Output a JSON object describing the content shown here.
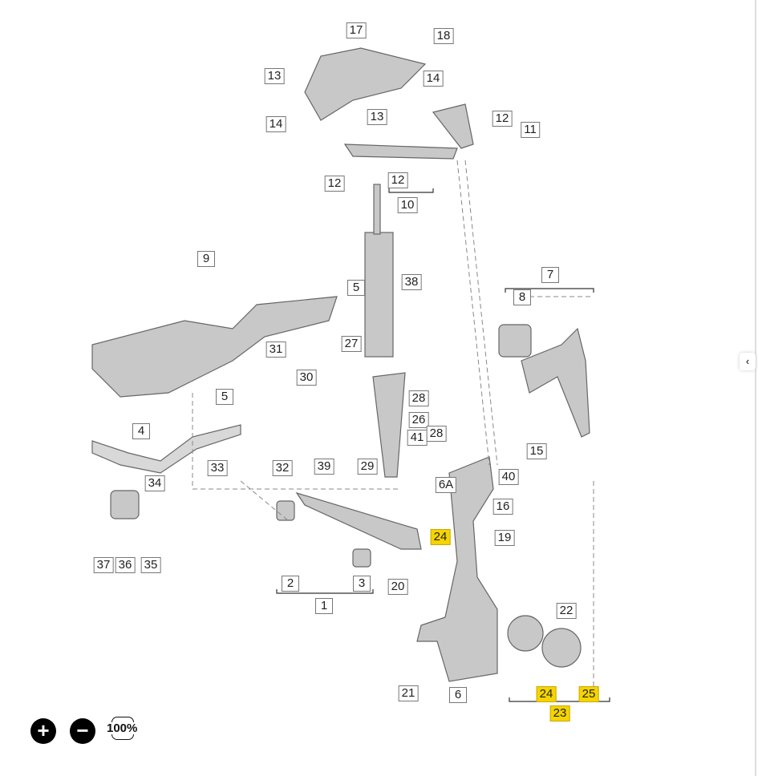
{
  "labels": [
    "17",
    "18",
    "13",
    "14",
    "13",
    "12",
    "14",
    "11",
    "12",
    "12",
    "10",
    "9",
    "7",
    "38",
    "8",
    "5",
    "31",
    "27",
    "30",
    "28",
    "5",
    "26",
    "41",
    "28",
    "4",
    "15",
    "33",
    "32",
    "39",
    "29",
    "6A",
    "40",
    "34",
    "16",
    "24",
    "19",
    "2",
    "3",
    "1",
    "20",
    "37",
    "36",
    "35",
    "22",
    "21",
    "6",
    "24",
    "25",
    "23"
  ],
  "controls": {
    "zoom_in": "+",
    "zoom_out": "−",
    "reset": "100%",
    "collapse": "‹"
  },
  "colors": {
    "highlight": "#f5d400",
    "part": "#bdbdbd"
  }
}
